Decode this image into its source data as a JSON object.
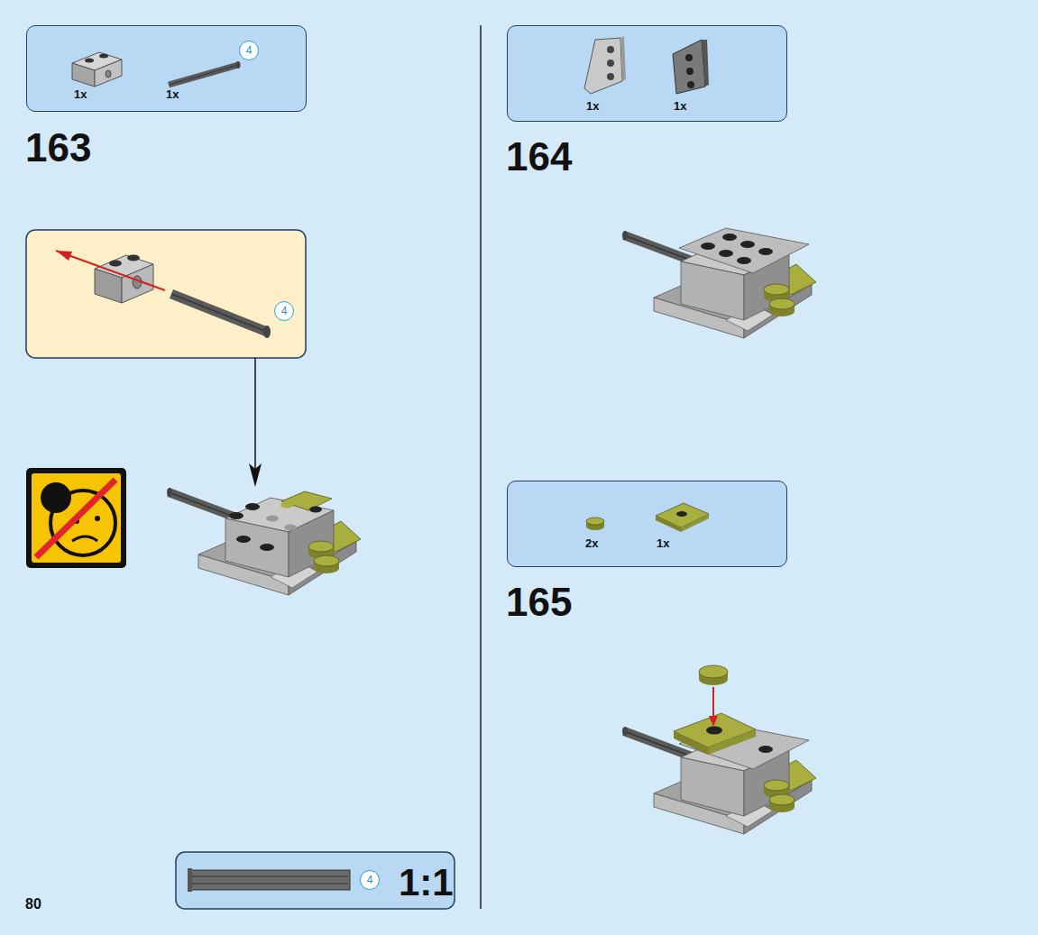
{
  "diagram": {
    "nodes": [
      {
        "text": [
          "1x",
          "1x"
        ]
      },
      {
        "text": [
          "4"
        ],
        "in": 0
      },
      {
        "text": [
          "4"
        ]
      },
      {
        "text": [
          "1x",
          "1x"
        ]
      },
      {
        "text": [
          "2x",
          "1x"
        ]
      },
      {
        "text": [
          "1:1"
        ]
      },
      {
        "text": [
          "4"
        ],
        "in": 5
      }
    ],
    "labels": [
      "163",
      "164",
      "165",
      "80"
    ]
  }
}
